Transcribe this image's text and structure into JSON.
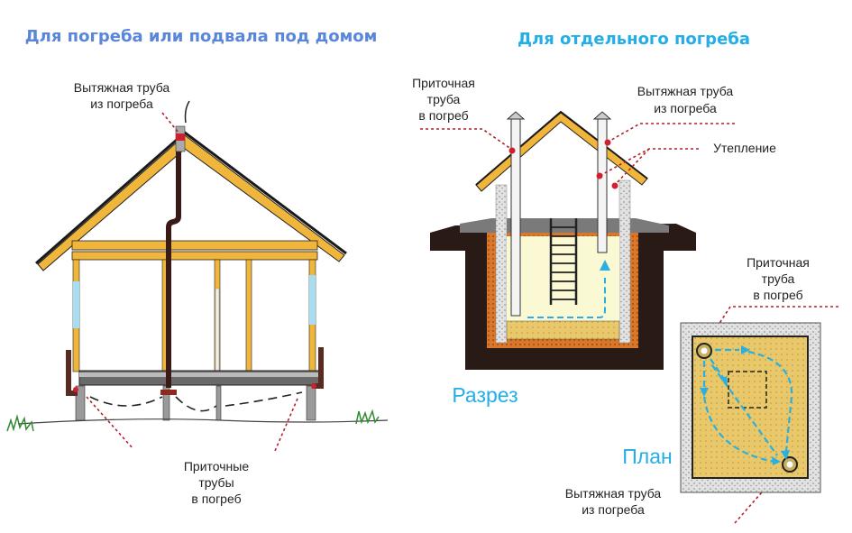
{
  "titles": {
    "left": "Для погреба или подвала под домом",
    "right": "Для отдельного погреба"
  },
  "left_diagram": {
    "exhaust_label": [
      "Вытяжная труба",
      "из погреба"
    ],
    "intake_label": [
      "Приточные",
      "трубы",
      "в погреб"
    ]
  },
  "right_diagram": {
    "intake_label": [
      "Приточная",
      "труба",
      "в погреб"
    ],
    "exhaust_label": [
      "Вытяжная труба",
      "из погреба"
    ],
    "insulation_label": "Утепление",
    "section_label": "Разрез",
    "plan_label": "План",
    "plan_intake_label": [
      "Приточная",
      "труба",
      "в погреб"
    ],
    "plan_exhaust_label": [
      "Вытяжная труба",
      "из погреба"
    ]
  },
  "colors": {
    "left_title": "#5a86d8",
    "right_title": "#22aee6",
    "wood": "#f0b63c",
    "soil": "#2a1a16",
    "insulation": "#d9772a",
    "air": "#2ab0e0",
    "leader": "#b0202a"
  }
}
